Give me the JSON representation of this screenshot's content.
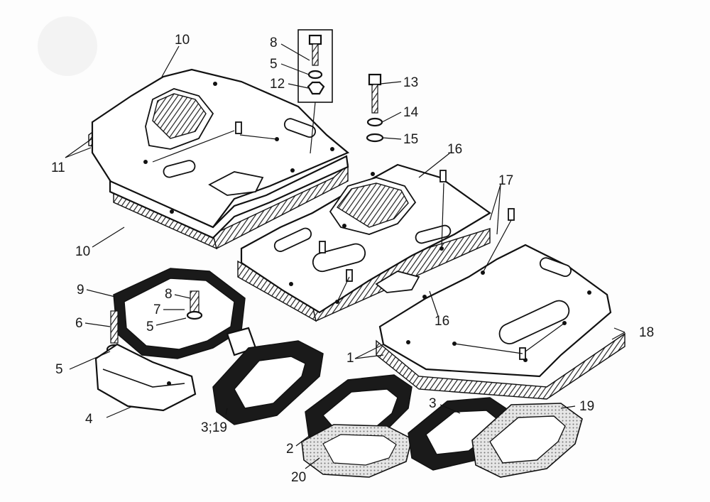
{
  "figure": {
    "callouts": [
      {
        "id": "c10a",
        "text": "10"
      },
      {
        "id": "c8a",
        "text": "8"
      },
      {
        "id": "c5a",
        "text": "5"
      },
      {
        "id": "c12",
        "text": "12"
      },
      {
        "id": "c13",
        "text": "13"
      },
      {
        "id": "c14",
        "text": "14"
      },
      {
        "id": "c15",
        "text": "15"
      },
      {
        "id": "c11",
        "text": "11"
      },
      {
        "id": "c16a",
        "text": "16"
      },
      {
        "id": "c17",
        "text": "17"
      },
      {
        "id": "c10b",
        "text": "10"
      },
      {
        "id": "c9",
        "text": "9"
      },
      {
        "id": "c8b",
        "text": "8"
      },
      {
        "id": "c7",
        "text": "7"
      },
      {
        "id": "c6",
        "text": "6"
      },
      {
        "id": "c5b",
        "text": "5"
      },
      {
        "id": "c5c",
        "text": "5"
      },
      {
        "id": "c16b",
        "text": "16"
      },
      {
        "id": "c18",
        "text": "18"
      },
      {
        "id": "c1",
        "text": "1"
      },
      {
        "id": "c4",
        "text": "4"
      },
      {
        "id": "c319",
        "text": "3;19"
      },
      {
        "id": "c3",
        "text": "3"
      },
      {
        "id": "c19",
        "text": "19"
      },
      {
        "id": "c2",
        "text": "2"
      },
      {
        "id": "c20",
        "text": "20"
      }
    ]
  }
}
